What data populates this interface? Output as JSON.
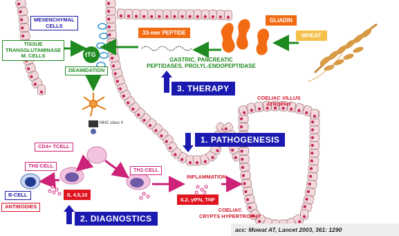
{
  "labels": {
    "mesenchymal": "MESENCHYMAL\nCELLS",
    "tissue_tg": "TISSUE\nTRANSGLUTAMINASE\nM. CELLS",
    "ttg": "tTG",
    "deamidation": "DEAMIDATION",
    "peptide": "33-mer PEPTIDE",
    "gliadin": "GLIADIN",
    "wheat": "WHEAT",
    "peptidases": "GASTRIC, PANCREATIC\nPEPTIDASES, PROLYL-ENDOPEPTIDASE",
    "therapy": "3. THERAPY",
    "mhc": "MHC class II",
    "villus_atrophy": "COELIAC VILLUS\nATROPHY",
    "pathogenesis": "1. PATHOGENESIS",
    "cd4": "CD4+ TCELL",
    "th2": "TH2-CELL",
    "th1": "TH1-CELL",
    "inflammation": "INFLAMMATION",
    "bcell": "B-CELL",
    "il45": "IL 4,5,10",
    "il2": "IL2, γIFN, TNF",
    "antibodies": "ANTIBODIES",
    "diagnostics": "2. DIAGNOSTICS",
    "crypts": "COELIAC\nCRYPTS HYPERTROPHY",
    "citation": "acc: Mowat AT, Lancet 2003, 361: 1290"
  },
  "colors": {
    "cell_fill": "#f3d9dc",
    "cell_stroke": "#a78083",
    "nucleus": "#c2285a",
    "blue_band": "#1a1ab0",
    "green": "#1f8a1f",
    "magenta": "#cc2277",
    "red": "#e0141e",
    "orange": "#f26a12"
  }
}
